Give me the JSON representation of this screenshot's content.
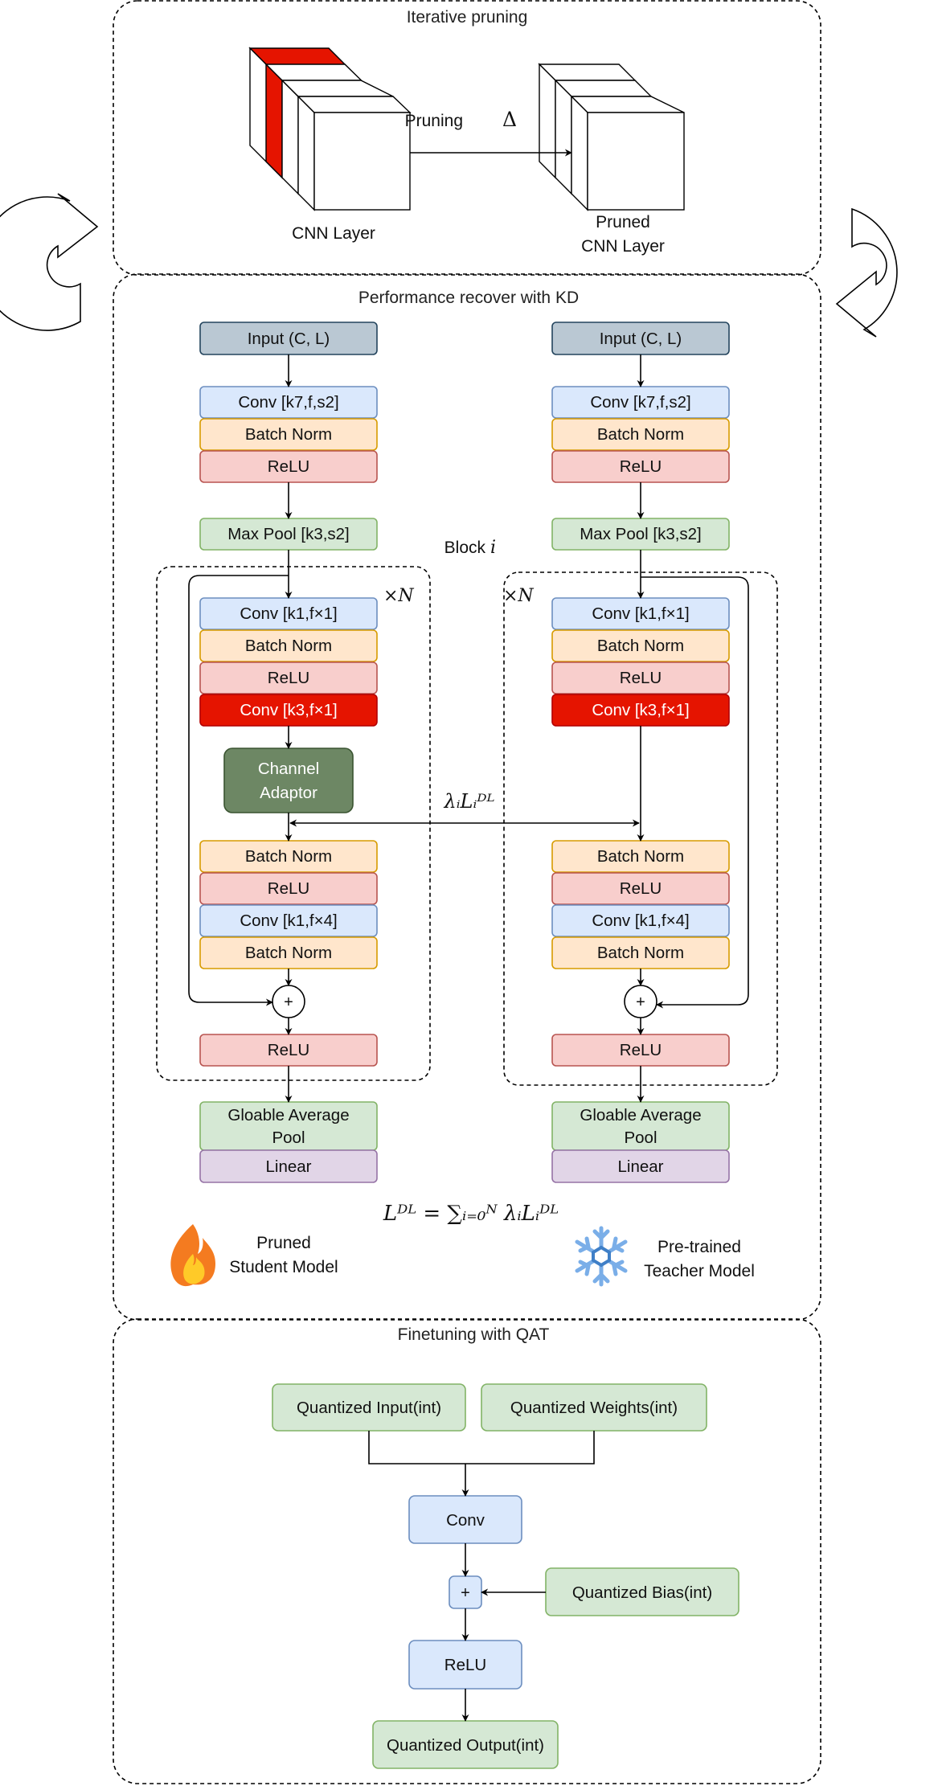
{
  "sections": {
    "pruning": "Iterative pruning",
    "kd": "Performance recover with KD",
    "qat": "Finetuning with QAT"
  },
  "pruning": {
    "cnn_layer": "CNN Layer",
    "pruning_label": "Pruning",
    "pruning_symbol": "Δ",
    "pruned_line1": "Pruned",
    "pruned_line2": "CNN Layer"
  },
  "student": {
    "input": "Input (C, L)",
    "conv7": "Conv [k7,f,s2]",
    "bn1": "Batch Norm",
    "relu1": "ReLU",
    "maxpool": "Max Pool [k3,s2]",
    "conv1": "Conv [k1,f×1]",
    "bn2": "Batch Norm",
    "relu2": "ReLU",
    "conv3": "Conv [k3,f×1]",
    "adaptor_line1": "Channel",
    "adaptor_line2": "Adaptor",
    "bn3": "Batch Norm",
    "relu3": "ReLU",
    "conv1x4": "Conv [k1,f×4]",
    "bn4": "Batch Norm",
    "plus": "+",
    "relu4": "ReLU",
    "gap_line1": "Gloable Average",
    "gap_line2": "Pool",
    "linear": "Linear",
    "repeat": "×N",
    "caption_line1": "Pruned",
    "caption_line2": "Student Model"
  },
  "teacher": {
    "input": "Input (C, L)",
    "conv7": "Conv [k7,f,s2]",
    "bn1": "Batch Norm",
    "relu1": "ReLU",
    "maxpool": "Max Pool [k3,s2]",
    "conv1": "Conv [k1,f×1]",
    "bn2": "Batch Norm",
    "relu2": "ReLU",
    "conv3": "Conv [k3,f×1]",
    "bn3": "Batch Norm",
    "relu3": "ReLU",
    "conv1x4": "Conv [k1,f×4]",
    "bn4": "Batch Norm",
    "plus": "+",
    "relu4": "ReLU",
    "gap_line1": "Gloable Average",
    "gap_line2": "Pool",
    "linear": "Linear",
    "repeat": "×N",
    "caption_line1": "Pre-trained",
    "caption_line2": "Teacher Model"
  },
  "block_label": "Block",
  "block_index": "i",
  "kd_loss_term": "λᵢLᵢᴰᴸ",
  "kd_total_loss": "Lᴰᴸ = ∑ᵢ₌₀ᴺ λᵢLᵢᴰᴸ",
  "qat": {
    "q_input": "Quantized Input(int)",
    "q_weights": "Quantized Weights(int)",
    "conv": "Conv",
    "plus": "+",
    "q_bias": "Quantized Bias(int)",
    "relu": "ReLU",
    "q_output": "Quantized Output(int)"
  },
  "colors": {
    "conv_blue": "#dae8fc",
    "conv_blue_stroke": "#6c8ebf",
    "batchnorm_orange": "#ffe6cc",
    "batchnorm_stroke": "#d79b00",
    "relu_red": "#f8cecc",
    "relu_stroke": "#b85450",
    "pool_green": "#d5e8d4",
    "pool_stroke": "#82b366",
    "input_gray": "#bac8d3",
    "input_stroke": "#23445d",
    "linear_purple": "#e1d5e7",
    "linear_stroke": "#9673a6",
    "pruned_conv_red": "#e51400",
    "adaptor_green": "#6d8764",
    "flame_orange": "#f47b20",
    "snowflake_blue": "#7aaee8"
  },
  "icons": [
    "flame-icon",
    "snowflake-icon",
    "cycle-arrow-left-icon",
    "cycle-arrow-right-icon"
  ]
}
